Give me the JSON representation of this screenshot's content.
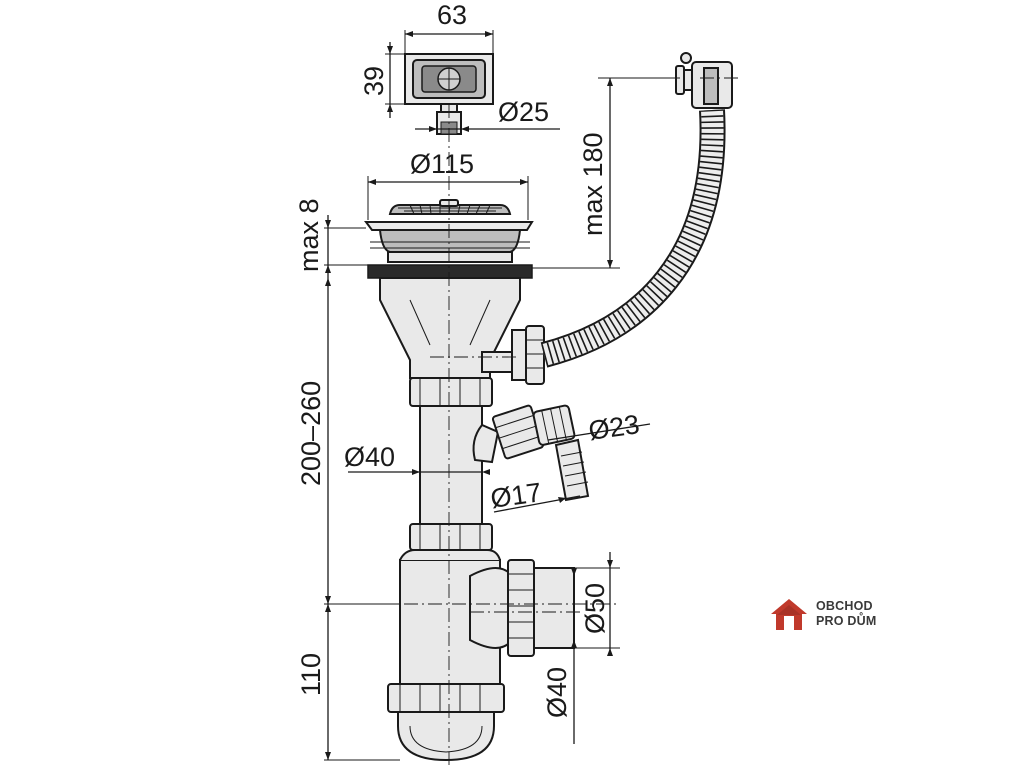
{
  "dimensions": {
    "overflow_width": "63",
    "overflow_height": "39",
    "overflow_outlet": "Ø25",
    "strainer_diameter": "Ø115",
    "flange_thickness": "max 8",
    "hose_length": "max 180",
    "tube_height": "200–260",
    "tube_diameter": "Ø40",
    "side_outlet": "Ø23",
    "hose_nozzle": "Ø17",
    "outlet_large": "Ø50",
    "outlet_small": "Ø40",
    "trap_height": "110"
  },
  "logo": {
    "line1": "OBCHOD",
    "line2": "PRO DŮM",
    "icon": "house-icon",
    "color": "#c0392b"
  }
}
